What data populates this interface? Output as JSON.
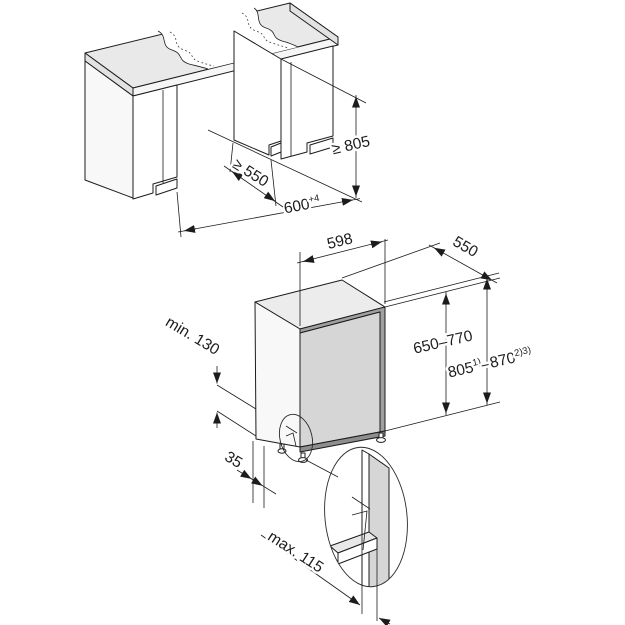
{
  "labels": {
    "niche_depth": "≥ 550",
    "niche_height": "≥ 805",
    "niche_width_main": "600",
    "niche_width_sup": "+4",
    "appliance_width": "598",
    "appliance_depth": "550",
    "height_adjustable": "650–770",
    "height_total_a": "805",
    "height_total_sup1": "1)",
    "height_total_dash": "–",
    "height_total_b": "870",
    "height_total_sup2": "2)3)",
    "min_clearance": "min. 130",
    "side_offset": "35",
    "plinth_max": "max. 115"
  },
  "colors": {
    "line": "#1c1c1c",
    "counter_top": "#e9e9e9",
    "counter_band": "#f6f6f6",
    "counter_end": "#e2e2e2",
    "panel_light": "#f8f8f8",
    "cabinet_white": "#ffffff",
    "box_top": "#ececec",
    "door_gray": "#d6d6d6",
    "edge_dark": "#a0a0a0",
    "base_dark": "#8e8e8e",
    "detail_gray": "#e8e8e8"
  }
}
